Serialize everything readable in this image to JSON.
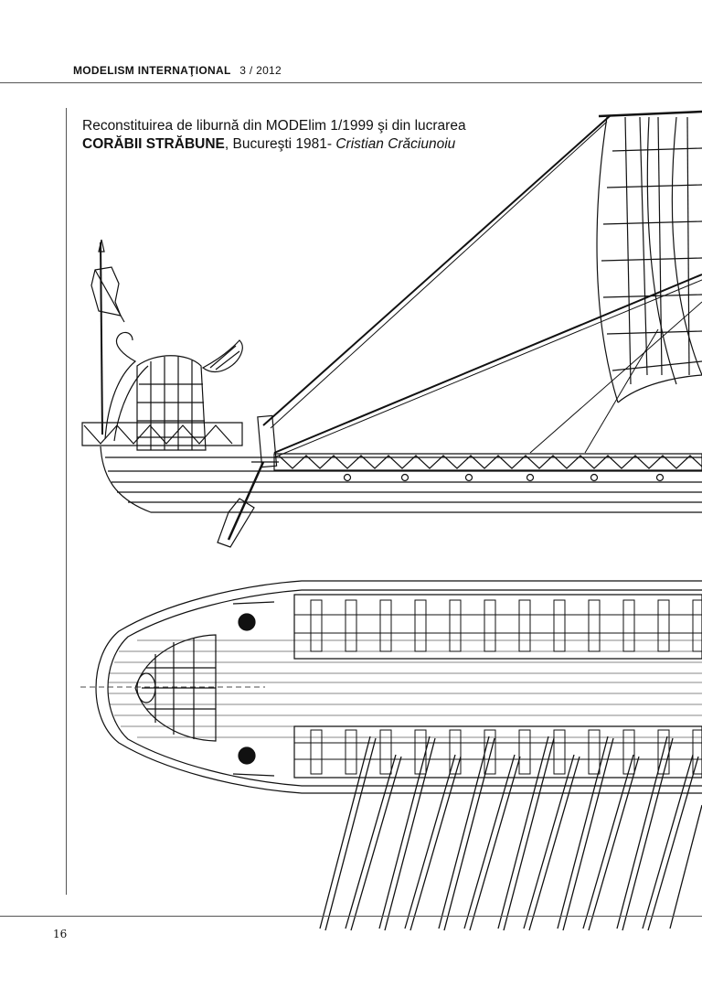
{
  "header": {
    "publication": "MODELISM INTERNAŢIONAL",
    "issue": "3 / 2012"
  },
  "caption": {
    "line1": "Reconstituirea de liburnă din MODElim 1/1999 şi din lucrarea",
    "title": "CORĂBII STRĂBUNE",
    "place_year": ", Bucureşti 1981- ",
    "author": "Cristian Crăciunoiu"
  },
  "page_number": "16",
  "drawings": {
    "side_view_icon": "ship-side-elevation",
    "top_view_icon": "ship-deck-plan"
  }
}
